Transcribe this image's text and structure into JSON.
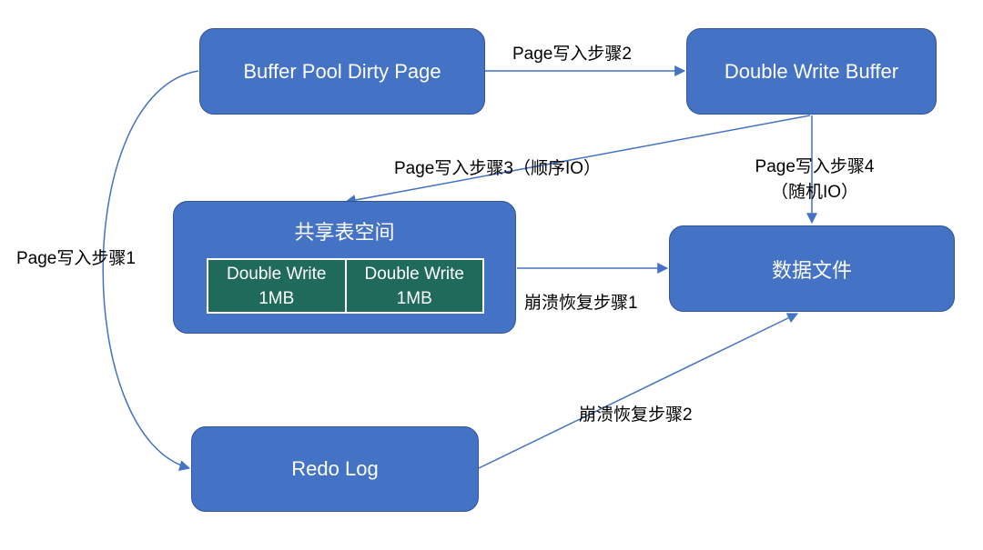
{
  "nodes": {
    "buffer_pool": "Buffer Pool Dirty Page",
    "dwb": "Double Write Buffer",
    "shared_space": {
      "title": "共享表空间",
      "cells": [
        {
          "line1": "Double Write",
          "line2": "1MB"
        },
        {
          "line1": "Double Write",
          "line2": "1MB"
        }
      ]
    },
    "data_file": "数据文件",
    "redo_log": "Redo Log"
  },
  "edges": {
    "step1": "Page写入步骤1",
    "step2": "Page写入步骤2",
    "step3": "Page写入步骤3（顺序IO）",
    "step4_line1": "Page写入步骤4",
    "step4_line2": "（随机IO）",
    "recover1": "崩溃恢复步骤1",
    "recover2": "崩溃恢复步骤2"
  },
  "colors": {
    "node_fill": "#4472c4",
    "node_border": "#2f5597",
    "cell_fill": "#1f6a5a",
    "edge": "#4472c4"
  }
}
